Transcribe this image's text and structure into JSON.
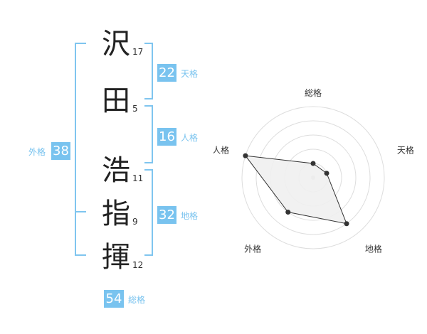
{
  "name_chars": [
    {
      "char": "沢",
      "strokes": "17"
    },
    {
      "char": "田",
      "strokes": "5"
    },
    {
      "char": "浩",
      "strokes": "11"
    },
    {
      "char": "指",
      "strokes": "9"
    },
    {
      "char": "揮",
      "strokes": "12"
    }
  ],
  "fortunes": {
    "tenkaku": {
      "value": "22",
      "label": "天格"
    },
    "jinkaku": {
      "value": "16",
      "label": "人格"
    },
    "chikaku": {
      "value": "32",
      "label": "地格"
    },
    "gaikaku": {
      "value": "38",
      "label": "外格"
    },
    "soukaku": {
      "value": "54",
      "label": "総格"
    }
  },
  "colors": {
    "accent": "#79c3ef",
    "bracket": "#7fc5ef",
    "radar_fill": "#f0f0f0",
    "radar_stroke": "#333333"
  },
  "chart_data": {
    "type": "radar",
    "axes": [
      "総格",
      "天格",
      "地格",
      "外格",
      "人格"
    ],
    "values": [
      1,
      1,
      4,
      3,
      5
    ],
    "max": 5
  }
}
